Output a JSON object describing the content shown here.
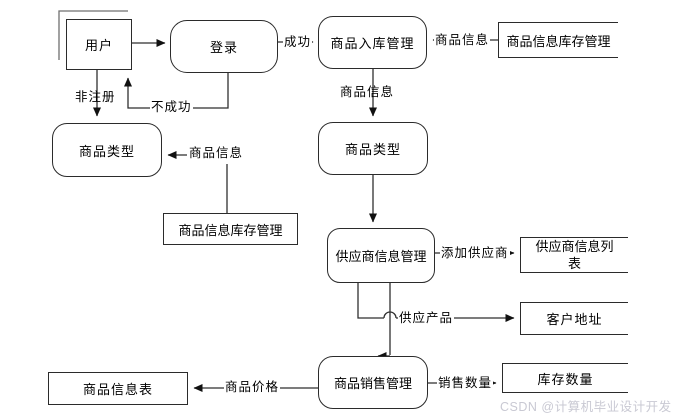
{
  "diagram": {
    "nodes": {
      "user": {
        "label": "用户"
      },
      "login": {
        "label": "登录"
      },
      "inbound_mgmt": {
        "label": "商品入库管理"
      },
      "info_store_top": {
        "label": "商品信息库存管理"
      },
      "type_left": {
        "label": "商品类型"
      },
      "info_store_mid": {
        "label": "商品信息库存管理"
      },
      "type_mid": {
        "label": "商品类型"
      },
      "supplier_mgmt": {
        "label": "供应商信息管理"
      },
      "supplier_list": {
        "label": "供应商信息列表"
      },
      "customer_addr": {
        "label": "客户地址"
      },
      "sales_mgmt": {
        "label": "商品销售管理"
      },
      "stock_qty": {
        "label": "库存数量"
      },
      "info_table": {
        "label": "商品信息表"
      }
    },
    "edge_labels": {
      "success": "成功",
      "fail": "不成功",
      "unregistered": "非注册",
      "product_info_top": "商品信息",
      "product_info_down": "商品信息",
      "product_info_left": "商品信息",
      "add_supplier": "添加供应商",
      "supply_product": "供应产品",
      "sales_qty": "销售数量",
      "product_price": "商品价格"
    },
    "watermark": "CSDN @计算机毕业设计开发",
    "colors": {
      "line": "#2f2f2f",
      "arrow": "#111111",
      "watermark": "#c9c9d3",
      "background": "#ffffff"
    }
  }
}
